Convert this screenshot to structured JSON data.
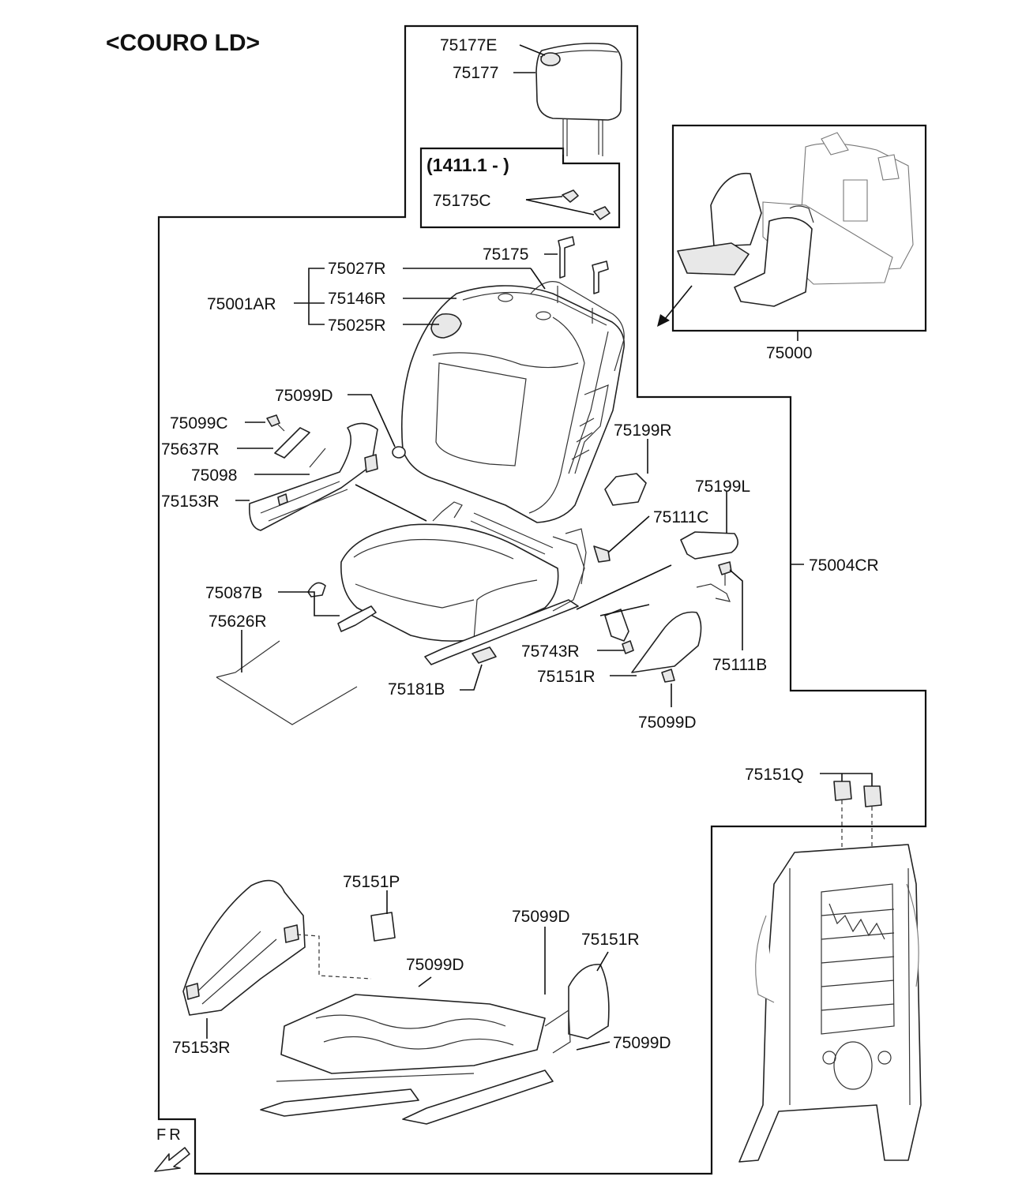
{
  "title": "<COURO LD>",
  "date_note": "(1411.1 - )",
  "fr_label": "FR",
  "labels": {
    "p75177E": "75177E",
    "p75177": "75177",
    "p75175C": "75175C",
    "p75175": "75175",
    "p75027R": "75027R",
    "p75146R": "75146R",
    "p75025R": "75025R",
    "p75001AR": "75001AR",
    "p75099D_a": "75099D",
    "p75099C": "75099C",
    "p75637R": "75637R",
    "p75098": "75098",
    "p75153R_a": "75153R",
    "p75199R": "75199R",
    "p75199L": "75199L",
    "p75111C": "75111C",
    "p75000": "75000",
    "p75004CR": "75004CR",
    "p75087B": "75087B",
    "p75626R": "75626R",
    "p75743R": "75743R",
    "p75151R_a": "75151R",
    "p75181B": "75181B",
    "p75111B": "75111B",
    "p75099D_b": "75099D",
    "p75151Q": "75151Q",
    "p75151P": "75151P",
    "p75099D_c": "75099D",
    "p75099D_d": "75099D",
    "p75151R_b": "75151R",
    "p75153R_b": "75153R",
    "p75099D_e": "75099D"
  },
  "colors": {
    "line": "#111111",
    "fill_shade": "#e8e8e8",
    "background": "#ffffff"
  }
}
